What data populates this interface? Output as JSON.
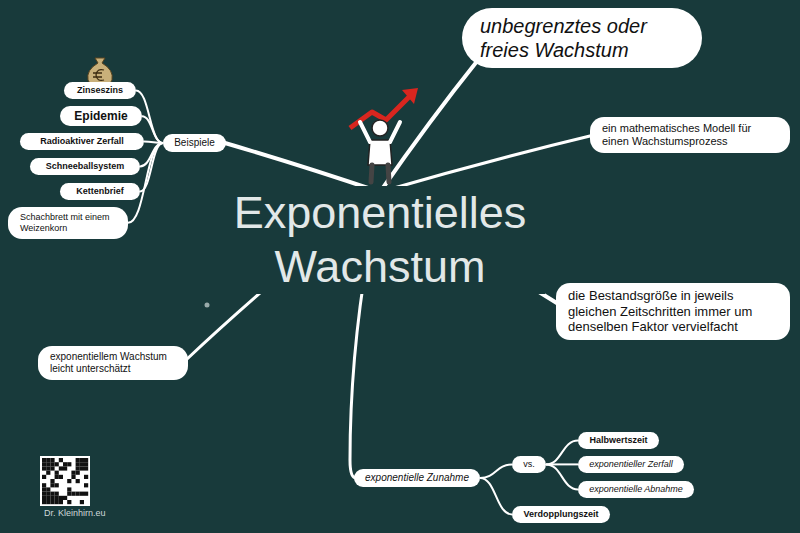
{
  "diagram": {
    "title": "Exponentielles Wachstum",
    "nodes": [
      {
        "text": [
          "unbegrenztes oder freies Wachstum"
        ]
      },
      {
        "text": [
          "ein mathematisches Modell für einen Wachstumsprozess"
        ]
      },
      {
        "text": [
          "Zinseszins"
        ]
      },
      {
        "text": [
          "Epidemie"
        ]
      },
      {
        "text": [
          "Radioaktiver Zerfall"
        ]
      },
      {
        "text": [
          "Schneeballsystem"
        ]
      },
      {
        "text": [
          "Kettenbrief"
        ]
      },
      {
        "text": [
          "Schachbrett mit einem Weizenkorn"
        ]
      },
      {
        "text": [
          "Beispiele"
        ]
      },
      {
        "text": [
          "die Bestandsgröße in jeweils gleichen Zeitschritten immer um denselben Faktor vervielfacht"
        ]
      },
      {
        "text": [
          "exponentiellem Wachstum leicht unterschätzt"
        ]
      },
      {
        "text": [
          "Halbwertszeit"
        ]
      },
      {
        "text": [
          "exponentielle Zunahme"
        ]
      },
      {
        "text": [
          "vs."
        ]
      },
      {
        "text": [
          "exponentieller Zerfall"
        ]
      },
      {
        "text": [
          "exponentielle Abnahme"
        ]
      },
      {
        "text": [
          "Verdopplungszeit"
        ]
      }
    ],
    "edges": [
      {
        "from": 8,
        "to": 2,
        "arrow": "none"
      },
      {
        "from": 8,
        "to": 3,
        "arrow": "none"
      },
      {
        "from": 8,
        "to": 4,
        "arrow": "none"
      },
      {
        "from": 8,
        "to": 5,
        "arrow": "none"
      },
      {
        "from": 8,
        "to": 6,
        "arrow": "none"
      },
      {
        "from": 8,
        "to": 7,
        "arrow": "none"
      },
      {
        "from": 12,
        "to": 13,
        "arrow": "none"
      },
      {
        "from": 13,
        "to": 11,
        "arrow": "none"
      },
      {
        "from": 13,
        "to": 14,
        "arrow": "none"
      },
      {
        "from": 13,
        "to": 15,
        "arrow": "none"
      },
      {
        "from": 12,
        "to": 16,
        "arrow": "none"
      }
    ],
    "labels": [
      "Dr. Kleinhirn.eu"
    ]
  }
}
